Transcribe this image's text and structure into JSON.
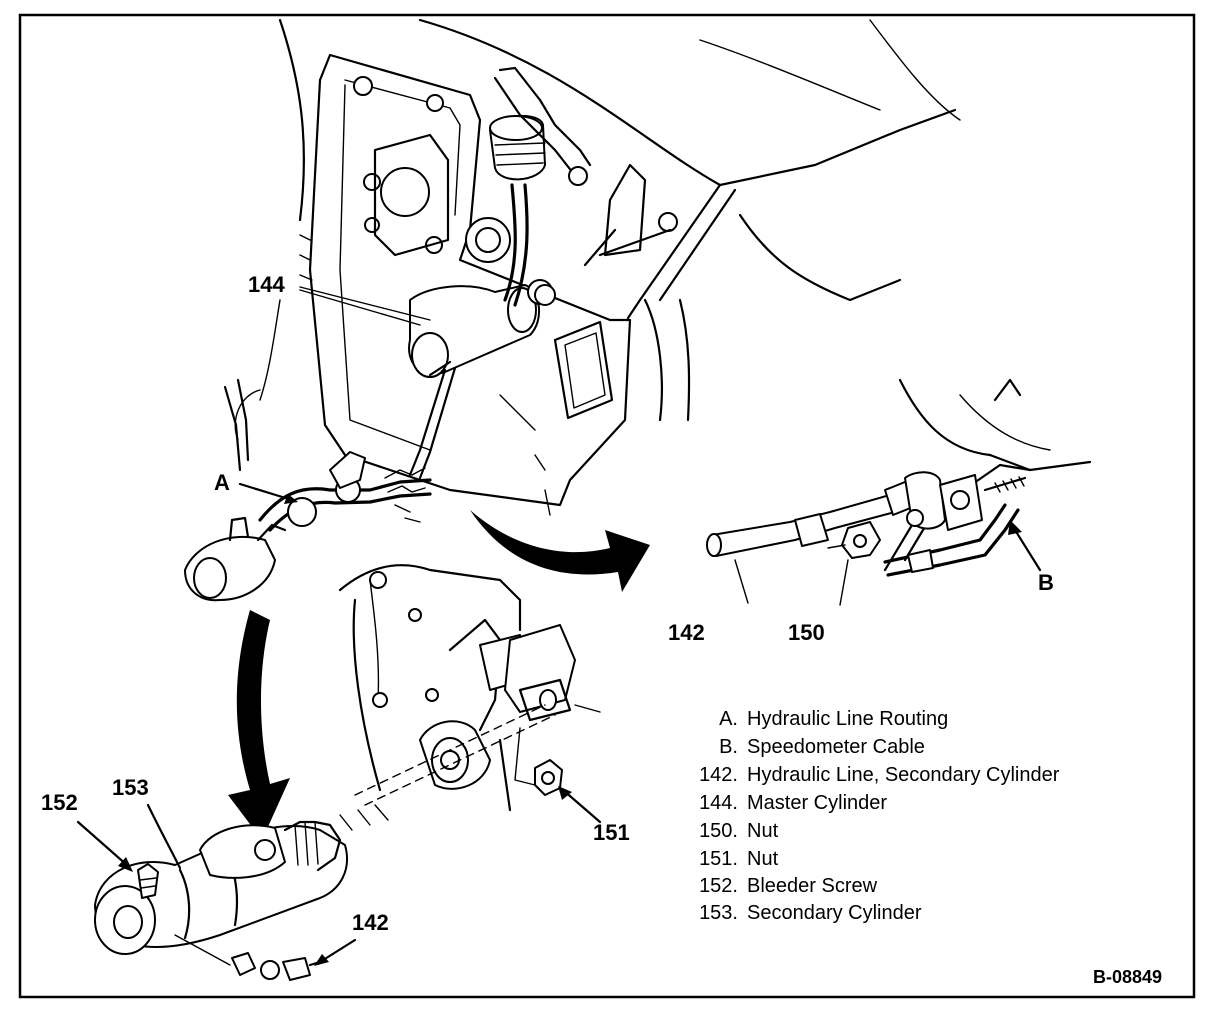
{
  "callouts": {
    "c144": "144",
    "cA": "A",
    "cB": "B",
    "c142_top": "142",
    "c150": "150",
    "c151": "151",
    "c152": "152",
    "c153": "153",
    "c142_bottom": "142"
  },
  "legend": [
    {
      "key": "A.",
      "text": "Hydraulic Line Routing"
    },
    {
      "key": "B.",
      "text": "Speedometer Cable"
    },
    {
      "key": "142.",
      "text": "Hydraulic Line, Secondary Cylinder"
    },
    {
      "key": "144.",
      "text": "Master Cylinder"
    },
    {
      "key": "150.",
      "text": "Nut"
    },
    {
      "key": "151.",
      "text": "Nut"
    },
    {
      "key": "152.",
      "text": "Bleeder Screw"
    },
    {
      "key": "153.",
      "text": "Secondary Cylinder"
    }
  ],
  "figure_id": "B-08849"
}
